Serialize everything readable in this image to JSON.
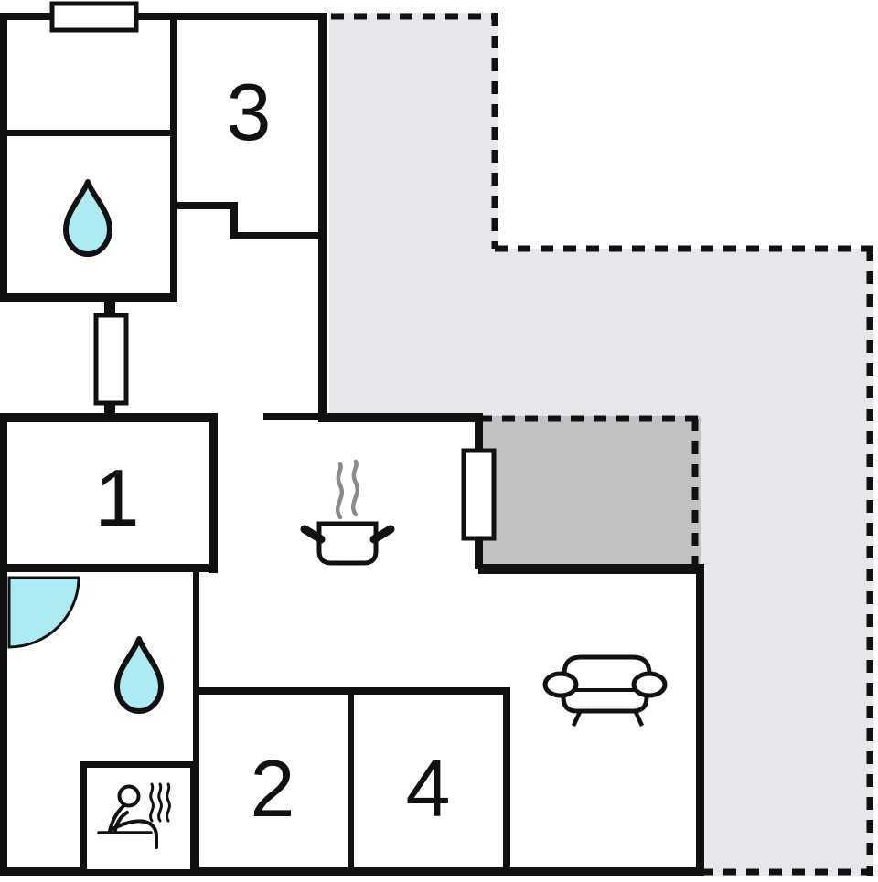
{
  "floorplan": {
    "type": "apartment-floor-plan",
    "rooms": [
      {
        "label": "1",
        "name": "room-1"
      },
      {
        "label": "2",
        "name": "room-2"
      },
      {
        "label": "3",
        "name": "room-3"
      },
      {
        "label": "4",
        "name": "room-4"
      }
    ],
    "icons": [
      "water-drop-icon",
      "water-drop-icon",
      "door-swing-icon",
      "cooking-pot-icon",
      "steam-icon",
      "sauna-icon",
      "sofa-icon",
      "window-icon",
      "window-icon",
      "door-icon"
    ],
    "areas": {
      "outdoor_light": "open terrace / plot (dashed boundary)",
      "terrace_dark": "covered terrace"
    },
    "colors": {
      "wall": "#111111",
      "outdoor_light": "#e7e6eb",
      "terrace_dark": "#c2c1c4",
      "water": "#aeeaf2",
      "steam_gray": "#8a8a8a",
      "background": "#ffffff"
    }
  }
}
